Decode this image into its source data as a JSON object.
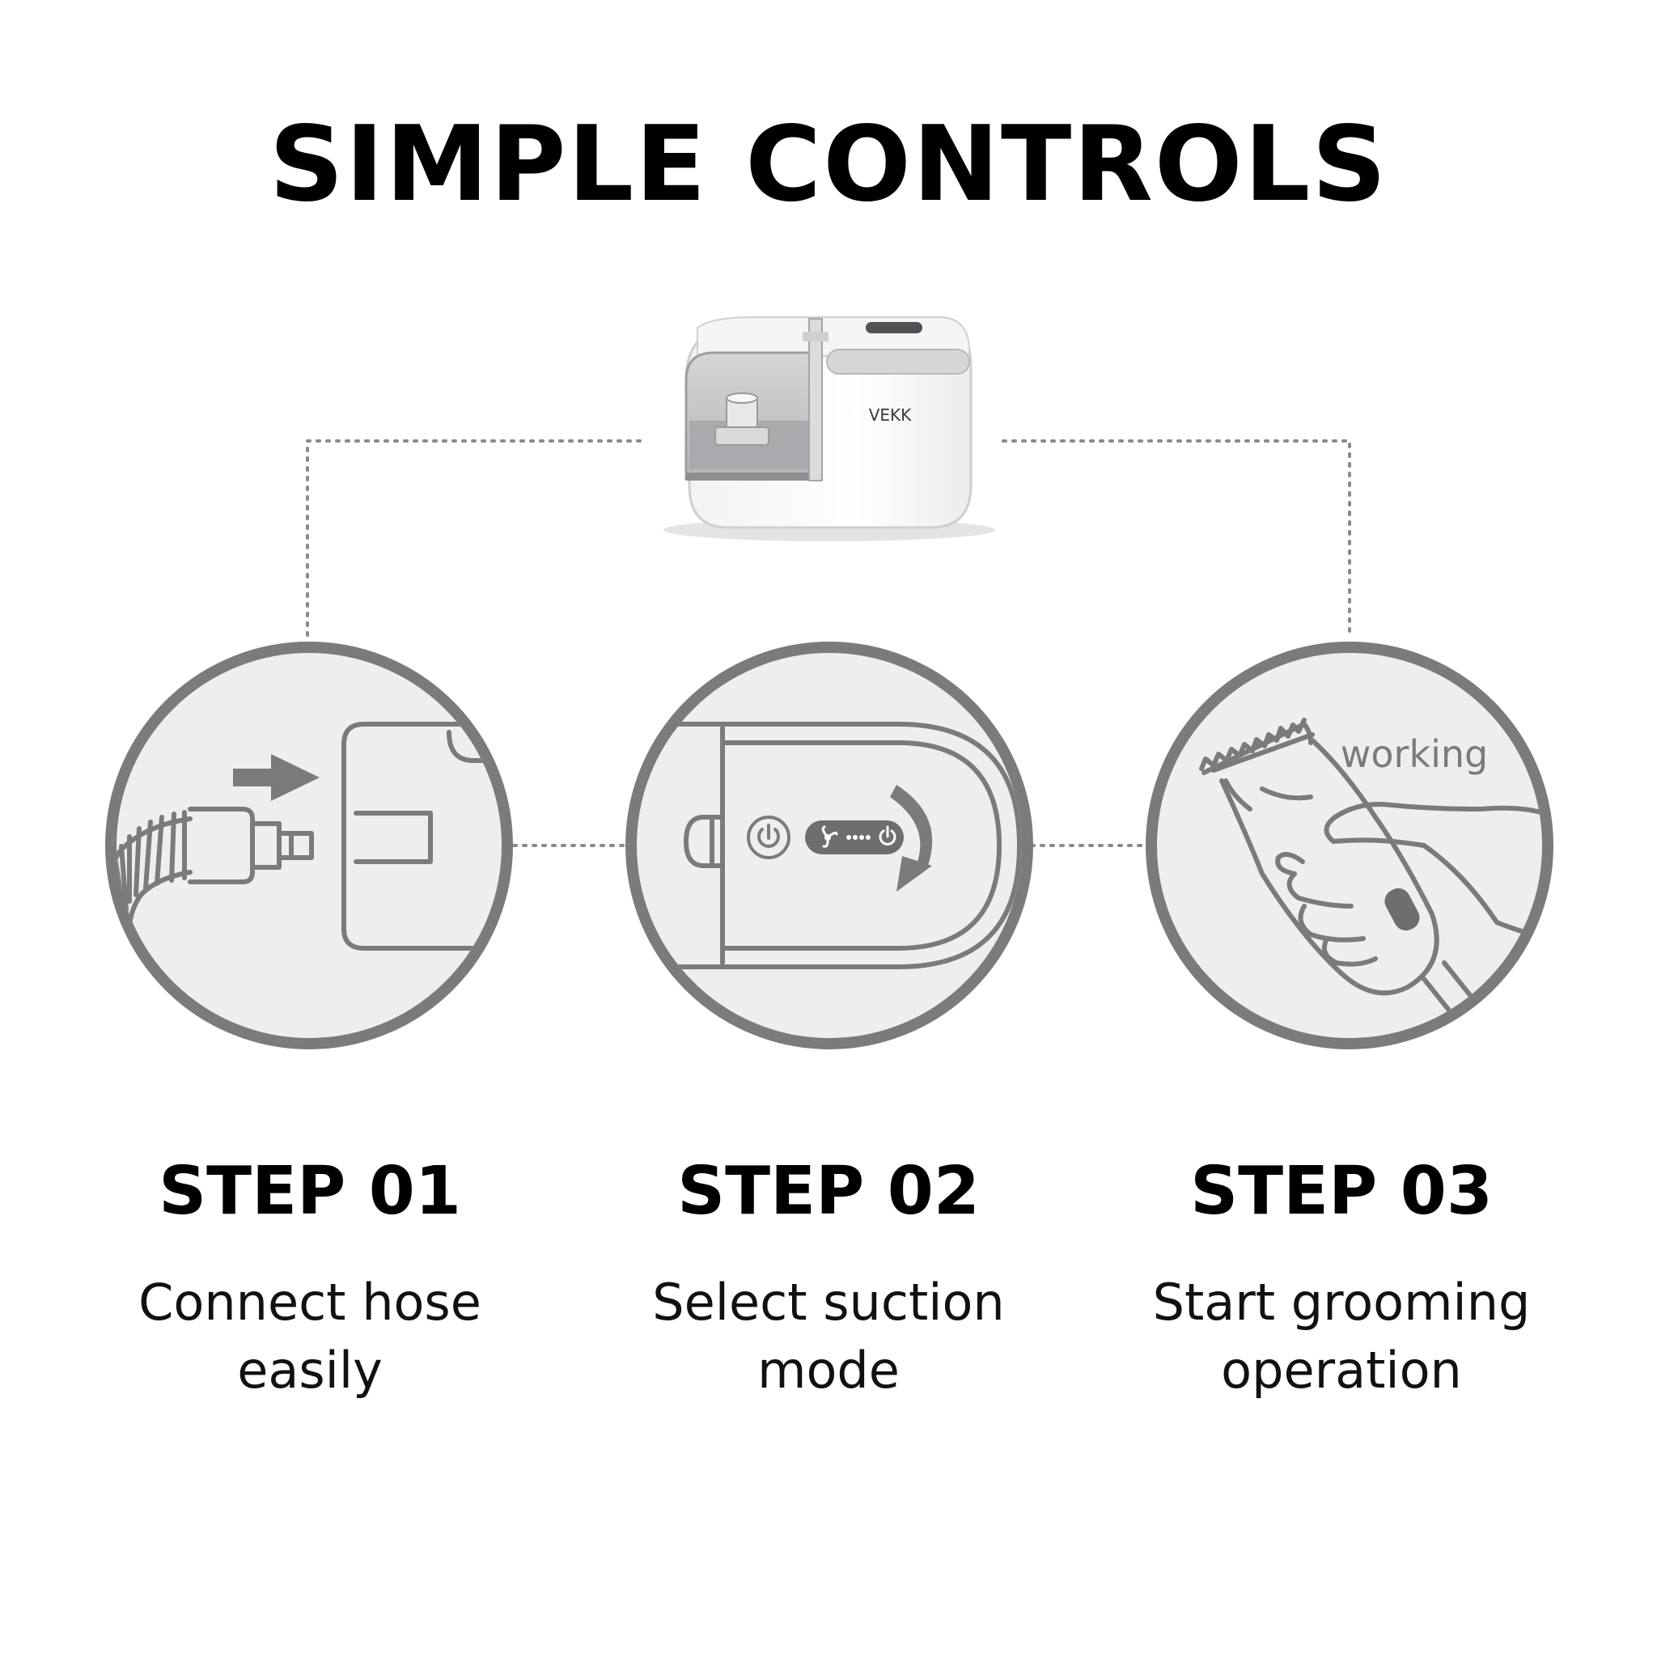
{
  "title": "SIMPLE CONTROLS",
  "device": {
    "brand": "VEKK"
  },
  "steps": [
    {
      "title": "STEP 01",
      "description_lines": [
        "Connect hose",
        "easily"
      ],
      "icon": "hose-connector-icon"
    },
    {
      "title": "STEP 02",
      "description_lines": [
        "Select suction",
        "mode"
      ],
      "icon": "control-panel-icon"
    },
    {
      "title": "STEP 03",
      "description_lines": [
        "Start grooming",
        "operation"
      ],
      "icon": "hand-clipper-icon",
      "status_label": "working"
    }
  ],
  "colors": {
    "background": "#ffffff",
    "circle_fill": "#eeeef0",
    "line": "#7b7b7b",
    "text": "#000000"
  }
}
